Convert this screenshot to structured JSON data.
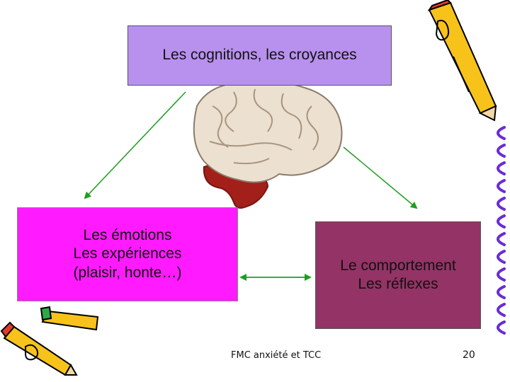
{
  "nodes": {
    "top": {
      "text": "Les cognitions, les croyances"
    },
    "left": {
      "lines": [
        "Les émotions",
        "Les expériences",
        "(plaisir, honte…)"
      ]
    },
    "right": {
      "lines": [
        "Le comportement",
        "Les réflexes"
      ]
    }
  },
  "footer": {
    "text": "FMC  anxiété et TCC",
    "page": "20"
  },
  "colors": {
    "arrow": "#1e9e1e",
    "top_box": "#b891ee",
    "left_box": "#ff1aff",
    "right_box": "#943366"
  },
  "icons": [
    "brain-illustration",
    "pencil-icon",
    "pencils-icon",
    "spiral-binding-icon"
  ]
}
